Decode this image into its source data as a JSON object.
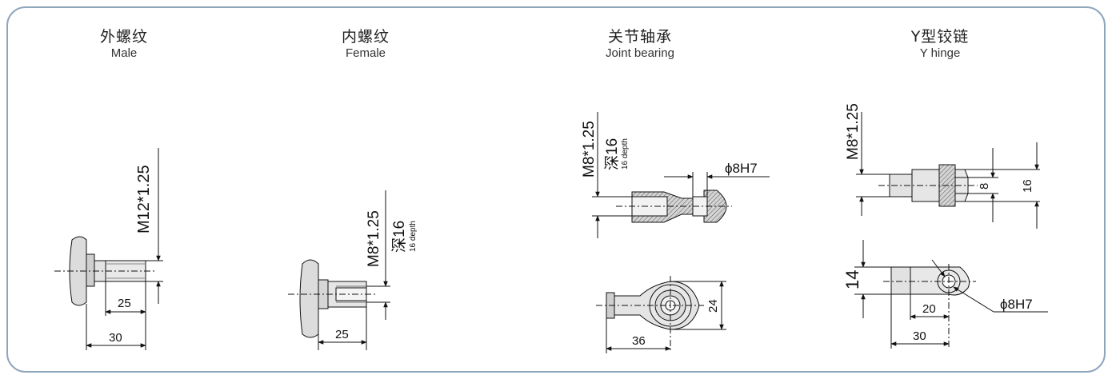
{
  "columns": [
    {
      "zh": "外螺纹",
      "en": "Male"
    },
    {
      "zh": "内螺纹",
      "en": "Female"
    },
    {
      "zh": "关节轴承",
      "en": "Joint bearing"
    },
    {
      "zh": "Y型铰链",
      "en": "Y hinge"
    }
  ],
  "male": {
    "thread": "M12*1.25",
    "dim_a": "25",
    "dim_b": "30"
  },
  "female": {
    "thread": "M8*1.25",
    "depth": "深16",
    "depth_en": "16 depth",
    "dim_a": "25"
  },
  "joint": {
    "thread": "M8*1.25",
    "depth": "深16",
    "depth_en": "16 depth",
    "bore": "ϕ8H7",
    "dim_width": "24",
    "dim_length": "36"
  },
  "yhinge": {
    "thread": "M8*1.25",
    "dim_slot": "8",
    "dim_height": "16",
    "dim_side": "14",
    "bore": "ϕ8H7",
    "dim_a": "20",
    "dim_b": "30"
  }
}
